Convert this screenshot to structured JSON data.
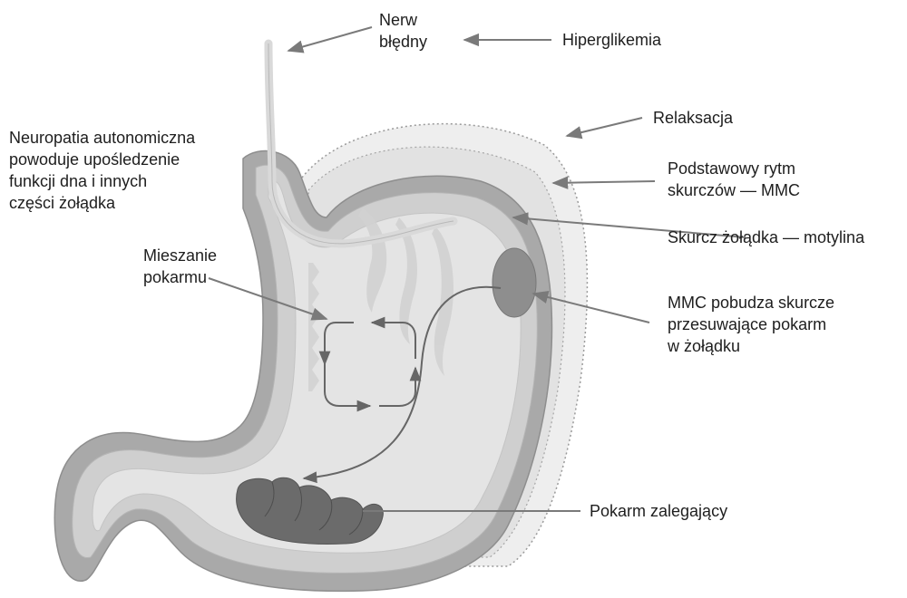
{
  "labels": {
    "nerve": [
      "Nerw",
      "błędny"
    ],
    "hyperglycemia": "Hiperglikemia",
    "neuropathy": [
      "Neuropatia autonomiczna",
      "powoduje upośledzenie",
      "funkcji dna i innych",
      "części żołądka"
    ],
    "relaxation": "Relaksacja",
    "basic_rhythm": [
      "Podstawowy rytm",
      "skurczów — MMC"
    ],
    "contraction": "Skurcz żołądka — motylina",
    "mixing": [
      "Mieszanie",
      "pokarmu"
    ],
    "mmc_stimulates": [
      "MMC pobudza skurcze",
      "przesuwające pokarm",
      "w żołądku"
    ],
    "retained_food": "Pokarm zalegający"
  },
  "colors": {
    "arrow": "#7a7a7a",
    "outer_layer": "#ebebeb",
    "stomach_wall_dark": "#9c9c9c",
    "stomach_wall_mid": "#cfcfcf",
    "stomach_inner": "#e6e6e6",
    "food": "#6e6e6e"
  }
}
